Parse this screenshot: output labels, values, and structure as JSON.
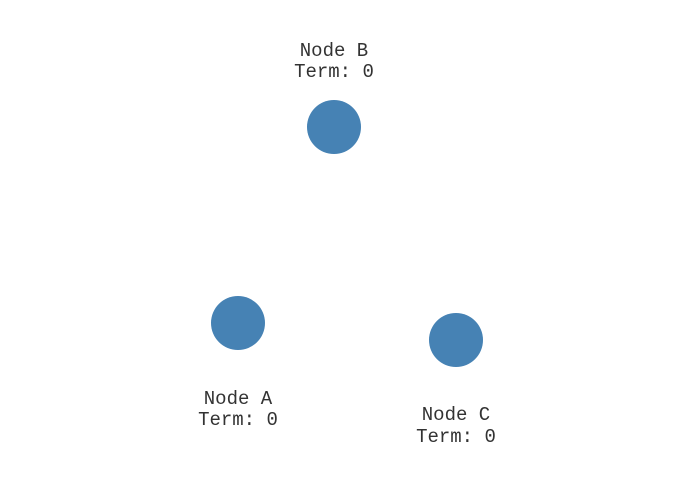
{
  "colors": {
    "node_fill": "#4682b4",
    "label_text": "#333333",
    "background": "#ffffff"
  },
  "nodes": [
    {
      "id": "a",
      "name": "Node A",
      "term": "Term: 0"
    },
    {
      "id": "b",
      "name": "Node B",
      "term": "Term: 0"
    },
    {
      "id": "c",
      "name": "Node C",
      "term": "Term: 0"
    }
  ]
}
